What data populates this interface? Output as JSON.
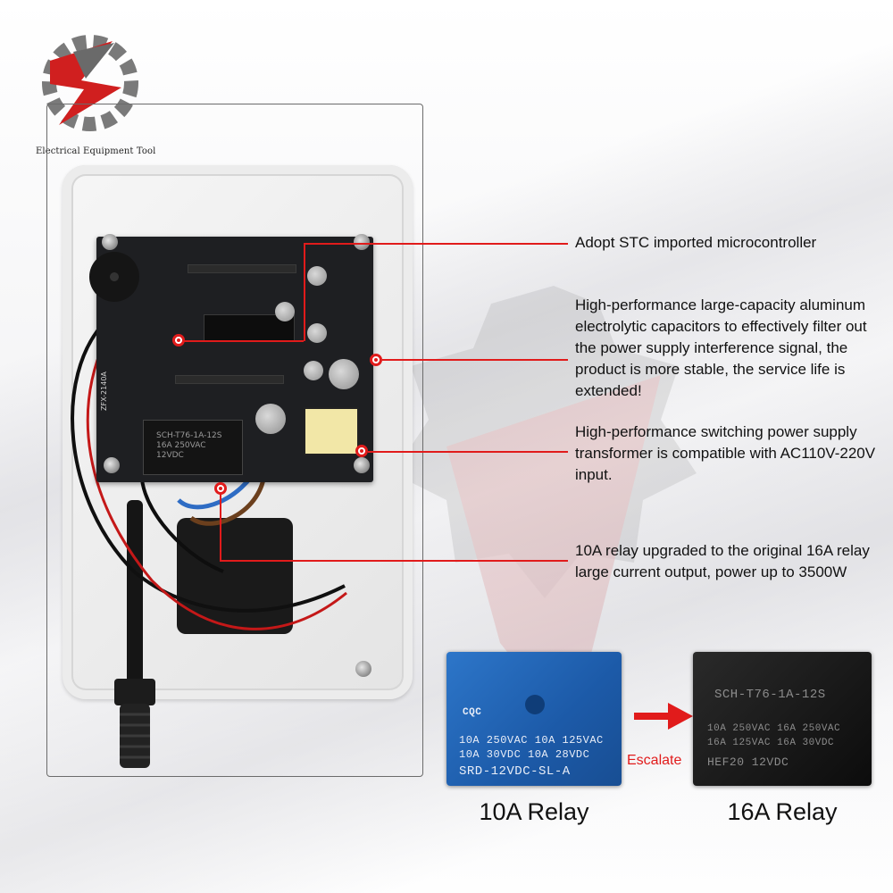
{
  "brand": {
    "name": "Electrical Equipment Tool",
    "accent": "#e11b1b"
  },
  "callouts": [
    {
      "text": "Adopt STC imported microcontroller"
    },
    {
      "text": "High-performance large-capacity aluminum electrolytic capacitors to effectively filter out the power supply interference signal, the product is more stable, the service life is extended!"
    },
    {
      "text": "High-performance switching power supply transformer is compatible with AC110V-220V input."
    },
    {
      "text": "10A relay upgraded to the original 16A relay large current output, power up to 3500W"
    }
  ],
  "pcb": {
    "model": "ZFX-2140A",
    "relay_lines": [
      "SCH-T76-1A-12S",
      "16A 250VAC",
      "12VDC"
    ]
  },
  "comparison": {
    "old_relay": {
      "caption": "10A Relay",
      "lines": [
        "10A 250VAC  10A 125VAC",
        "10A  30VDC  10A 28VDC",
        "SRD-12VDC-SL-A"
      ],
      "marks": "CQC",
      "color": "#2d76c9"
    },
    "new_relay": {
      "caption": "16A Relay",
      "lines": [
        "SCH-T76-1A-12S",
        "10A 250VAC  16A 250VAC",
        "16A 125VAC  16A  30VDC",
        "HEF20        12VDC"
      ],
      "color": "#121212"
    },
    "arrow_label": "Escalate"
  }
}
